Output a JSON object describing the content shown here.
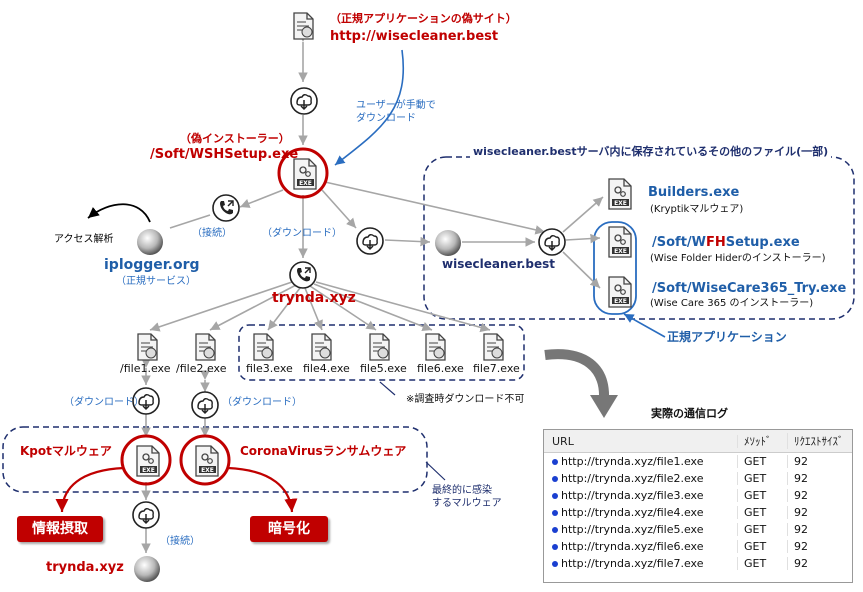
{
  "top_site": {
    "note": "（正規アプリケーションの偽サイト）",
    "url": "http://wisecleaner.best"
  },
  "manual_download": {
    "line1": "ユーザーが手動で",
    "line2": "ダウンロード"
  },
  "fake_installer": {
    "note": "（偽インストーラー）",
    "path": "/Soft/WSHSetup.exe"
  },
  "other_files_title": "wisecleaner.bestサーバ内に保存されているその他のファイル(一部)",
  "builders": {
    "name": "Builders.exe",
    "desc": "(Kryptikマルウェア)"
  },
  "wfh": {
    "pre": "/Soft/W",
    "mid": "FH",
    "post": "Setup.exe",
    "desc": "(Wise Folder Hiderのインストーラー)"
  },
  "wc365": {
    "name": "/Soft/WiseCare365_Try.exe",
    "desc": "(Wise Care 365 のインストーラー)"
  },
  "legit_apps": "正規アプリケーション",
  "wisecleaner_host": "wisecleaner.best",
  "access_analysis": "アクセス解析",
  "connect_label": "（接続）",
  "download_label": "（ダウンロード）",
  "iplogger": {
    "name": "iplogger.org",
    "note": "（正規サービス）"
  },
  "trynda": "trynda.xyz",
  "files": [
    "/file1.exe",
    "/file2.exe",
    "file3.exe",
    "file4.exe",
    "file5.exe",
    "file6.exe",
    "file7.exe"
  ],
  "no_download_note": "※調査時ダウンロード不可",
  "dl_file1": "（ダウンロード）",
  "dl_file2": "（ダウンロード）",
  "kpot": "Kpotマルウェア",
  "corona": "CoronaVirusランサムウェア",
  "final_infect": {
    "line1": "最終的に感染",
    "line2": "するマルウェア"
  },
  "info_theft": "情報摂取",
  "encrypt": "暗号化",
  "connect2": "（接続）",
  "trynda_bottom": "trynda.xyz",
  "log": {
    "title": "実際の通信ログ",
    "headers": [
      "URL",
      "ﾒｿｯﾄﾞ",
      "ﾘｸｴｽﾄｻｲｽﾞ"
    ],
    "rows": [
      [
        "http://trynda.xyz/file1.exe",
        "GET",
        "92"
      ],
      [
        "http://trynda.xyz/file2.exe",
        "GET",
        "92"
      ],
      [
        "http://trynda.xyz/file3.exe",
        "GET",
        "92"
      ],
      [
        "http://trynda.xyz/file4.exe",
        "GET",
        "92"
      ],
      [
        "http://trynda.xyz/file5.exe",
        "GET",
        "92"
      ],
      [
        "http://trynda.xyz/file6.exe",
        "GET",
        "92"
      ],
      [
        "http://trynda.xyz/file7.exe",
        "GET",
        "92"
      ]
    ]
  },
  "colors": {
    "red": "#c00000",
    "blue": "#1f5ea8",
    "navy": "#1f2f6e",
    "line": "#a6a6a6"
  }
}
